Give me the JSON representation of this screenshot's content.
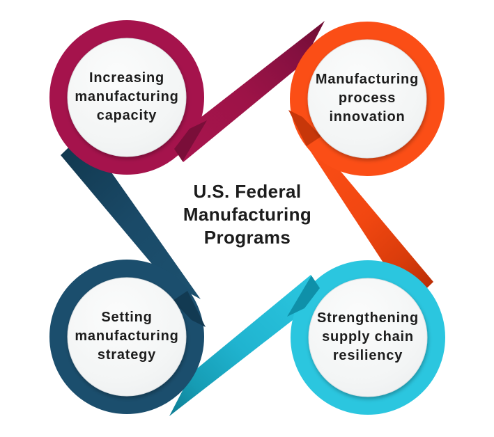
{
  "title": {
    "line1": "U.S. Federal",
    "line2": "Manufacturing",
    "line3": "Programs"
  },
  "nodes": [
    {
      "name": "increasing-manufacturing-capacity",
      "line1": "Increasing",
      "line2": "manufacturing",
      "line3": "capacity",
      "color": "#A5134C"
    },
    {
      "name": "manufacturing-process-innovation",
      "line1": "Manufacturing",
      "line2": "process",
      "line3": "innovation",
      "color": "#FB4E16"
    },
    {
      "name": "setting-manufacturing-strategy",
      "line1": "Setting",
      "line2": "manufacturing",
      "line3": "strategy",
      "color": "#1B4E6D"
    },
    {
      "name": "strengthening-supply-chain-resiliency",
      "line1": "Strengthening",
      "line2": "supply chain",
      "line3": "resiliency",
      "color": "#2BC6DF"
    }
  ],
  "colors": {
    "background": "#FFFFFF",
    "text": "#1C1C1C",
    "crimson": "#A5134C",
    "crimson_dark": "#7A0E39",
    "orange": "#FB4E16",
    "orange_dark": "#C7370A",
    "navy": "#1B4E6D",
    "navy_dark": "#123A52",
    "cyan": "#2BC6DF",
    "cyan_dark": "#0F90A9",
    "inner_circle": "#F3F5F5"
  }
}
